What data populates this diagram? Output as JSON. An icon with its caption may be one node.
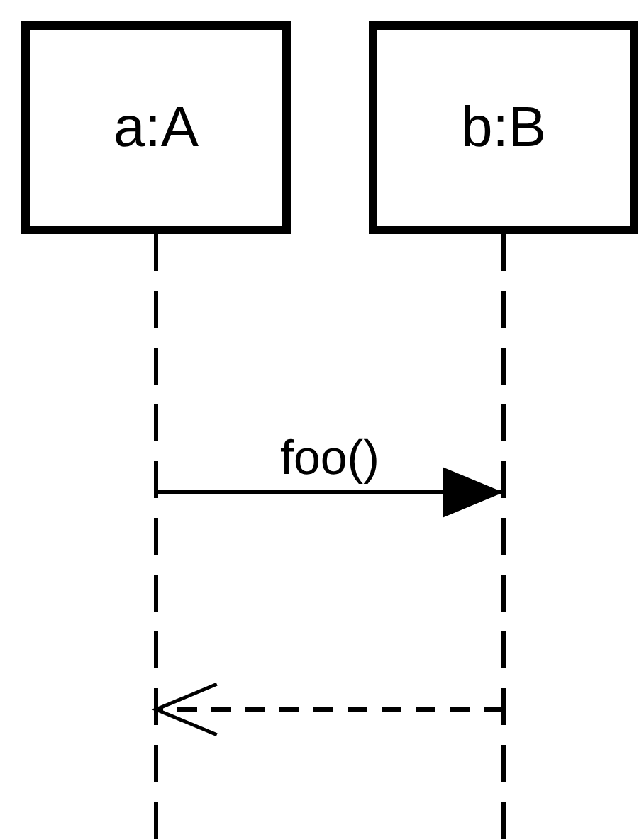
{
  "diagram": {
    "nodes": [
      {
        "text": [
          "a:A"
        ]
      },
      {
        "text": [
          "b:B"
        ]
      }
    ],
    "edges": [
      {
        "from": 0,
        "to": 1,
        "arrow": "to",
        "label": "foo()"
      },
      {
        "from": 1,
        "to": 0,
        "arrow": "to",
        "style": "dashed"
      }
    ]
  }
}
